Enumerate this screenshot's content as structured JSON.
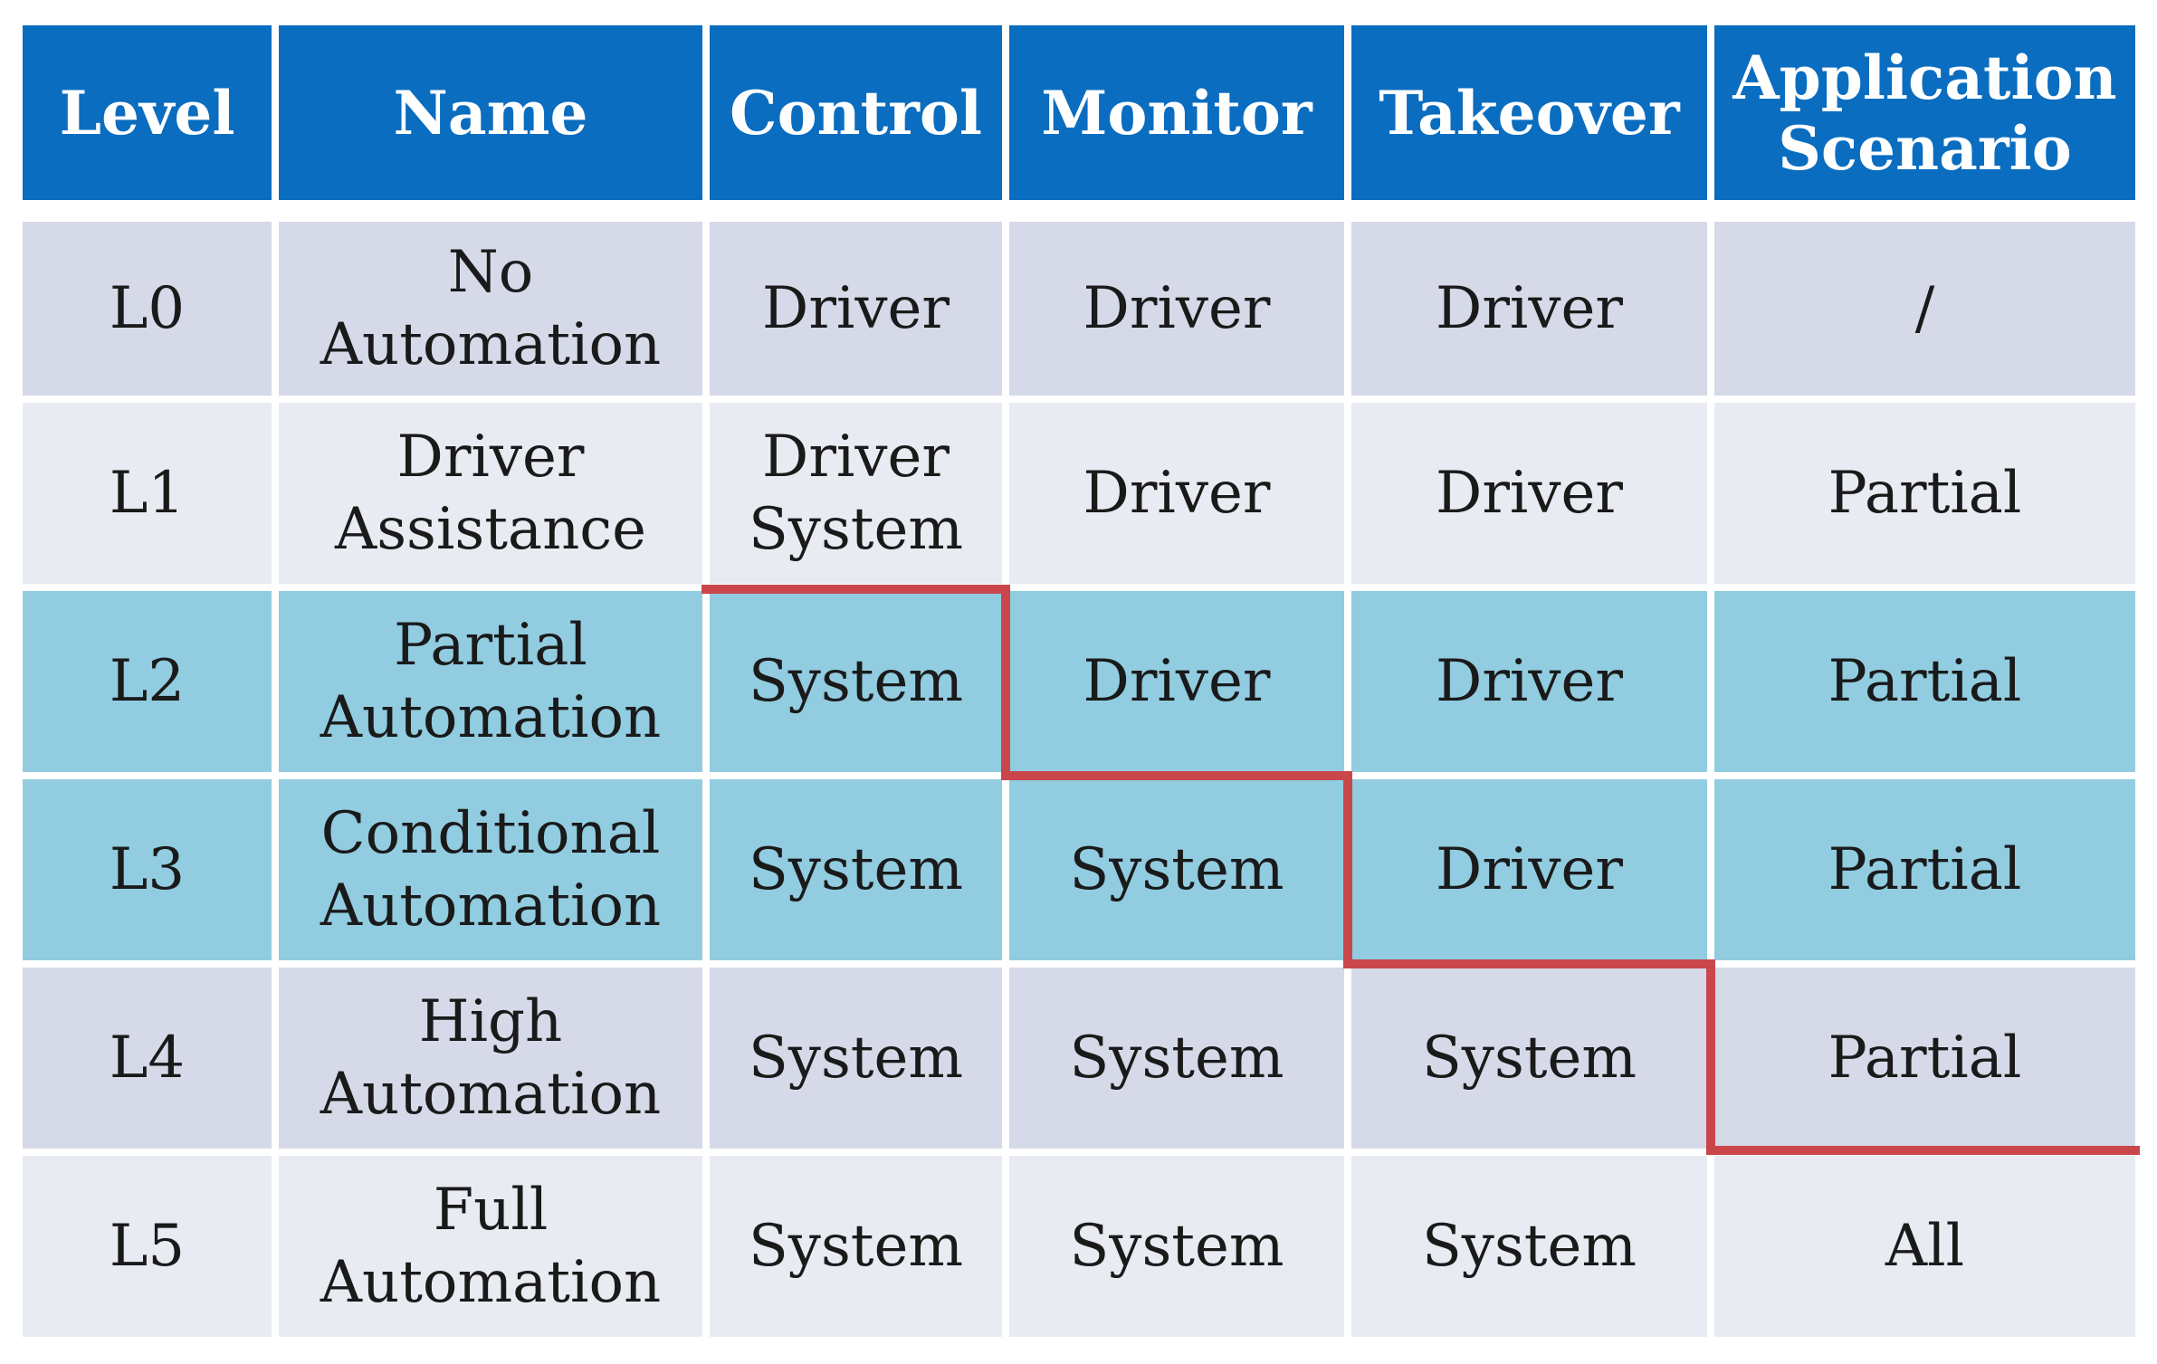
{
  "table": {
    "headers": [
      "Level",
      "Name",
      "Control",
      "Monitor",
      "Takeover",
      "Application Scenario"
    ],
    "header_lines": {
      "application_scenario": [
        "Application",
        "Scenario"
      ]
    },
    "rows": [
      {
        "level": "L0",
        "name_lines": [
          "No",
          "Automation"
        ],
        "control_lines": [
          "Driver"
        ],
        "monitor": "Driver",
        "takeover": "Driver",
        "scenario": "/"
      },
      {
        "level": "L1",
        "name_lines": [
          "Driver",
          "Assistance"
        ],
        "control_lines": [
          "Driver",
          "System"
        ],
        "monitor": "Driver",
        "takeover": "Driver",
        "scenario": "Partial"
      },
      {
        "level": "L2",
        "name_lines": [
          "Partial",
          "Automation"
        ],
        "control_lines": [
          "System"
        ],
        "monitor": "Driver",
        "takeover": "Driver",
        "scenario": "Partial"
      },
      {
        "level": "L3",
        "name_lines": [
          "Conditional",
          "Automation"
        ],
        "control_lines": [
          "System"
        ],
        "monitor": "System",
        "takeover": "Driver",
        "scenario": "Partial"
      },
      {
        "level": "L4",
        "name_lines": [
          "High",
          "Automation"
        ],
        "control_lines": [
          "System"
        ],
        "monitor": "System",
        "takeover": "System",
        "scenario": "Partial"
      },
      {
        "level": "L5",
        "name_lines": [
          "Full",
          "Automation"
        ],
        "control_lines": [
          "System"
        ],
        "monitor": "System",
        "takeover": "System",
        "scenario": "All"
      }
    ]
  },
  "colors": {
    "header_bg": "#0a6dc0",
    "row_light": "#d5d9e8",
    "row_lighter": "#e9ebf3",
    "row_teal": "#91cce0",
    "staircase_line": "#c9474a"
  }
}
